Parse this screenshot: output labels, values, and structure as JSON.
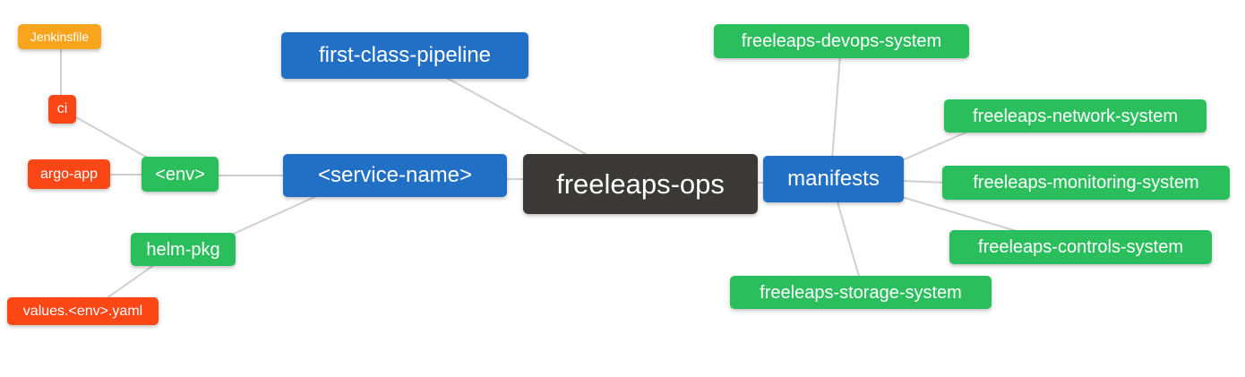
{
  "diagram": {
    "type": "mindmap",
    "root_label": "freeleaps-ops",
    "palette": {
      "root": "#3B3938",
      "level2": "#2270C6",
      "level3": "#2BBE5C",
      "level4": "#FB4616",
      "level5": "#F8A41D",
      "edge": "#CFCFCF",
      "text": "#FFFFFF",
      "background": "#FFFFFF"
    },
    "nodes": {
      "root": {
        "label": "freeleaps-ops",
        "level": 1
      },
      "first_class_pipeline": {
        "label": "first-class-pipeline",
        "level": 2
      },
      "service_name": {
        "label": "<service-name>",
        "level": 2
      },
      "manifests": {
        "label": "manifests",
        "level": 2
      },
      "env": {
        "label": "<env>",
        "level": 3
      },
      "helm_pkg": {
        "label": "helm-pkg",
        "level": 3
      },
      "devops_system": {
        "label": "freeleaps-devops-system",
        "level": 3
      },
      "network_system": {
        "label": "freeleaps-network-system",
        "level": 3
      },
      "monitoring_system": {
        "label": "freeleaps-monitoring-system",
        "level": 3
      },
      "controls_system": {
        "label": "freeleaps-controls-system",
        "level": 3
      },
      "storage_system": {
        "label": "freeleaps-storage-system",
        "level": 3
      },
      "ci": {
        "label": "ci",
        "level": 4
      },
      "argo_app": {
        "label": "argo-app",
        "level": 4
      },
      "values_env_yaml": {
        "label": "values.<env>.yaml",
        "level": 4
      },
      "jenkinsfile": {
        "label": "Jenkinsfile",
        "level": 5
      }
    },
    "edges": [
      [
        "Jenkinsfile",
        "ci"
      ],
      [
        "ci",
        "<env>"
      ],
      [
        "argo-app",
        "<env>"
      ],
      [
        "<env>",
        "<service-name>"
      ],
      [
        "helm-pkg",
        "<service-name>"
      ],
      [
        "values.<env>.yaml",
        "helm-pkg"
      ],
      [
        "first-class-pipeline",
        "freeleaps-ops"
      ],
      [
        "<service-name>",
        "freeleaps-ops"
      ],
      [
        "freeleaps-ops",
        "manifests"
      ],
      [
        "manifests",
        "freeleaps-devops-system"
      ],
      [
        "manifests",
        "freeleaps-network-system"
      ],
      [
        "manifests",
        "freeleaps-monitoring-system"
      ],
      [
        "manifests",
        "freeleaps-controls-system"
      ],
      [
        "manifests",
        "freeleaps-storage-system"
      ]
    ]
  }
}
